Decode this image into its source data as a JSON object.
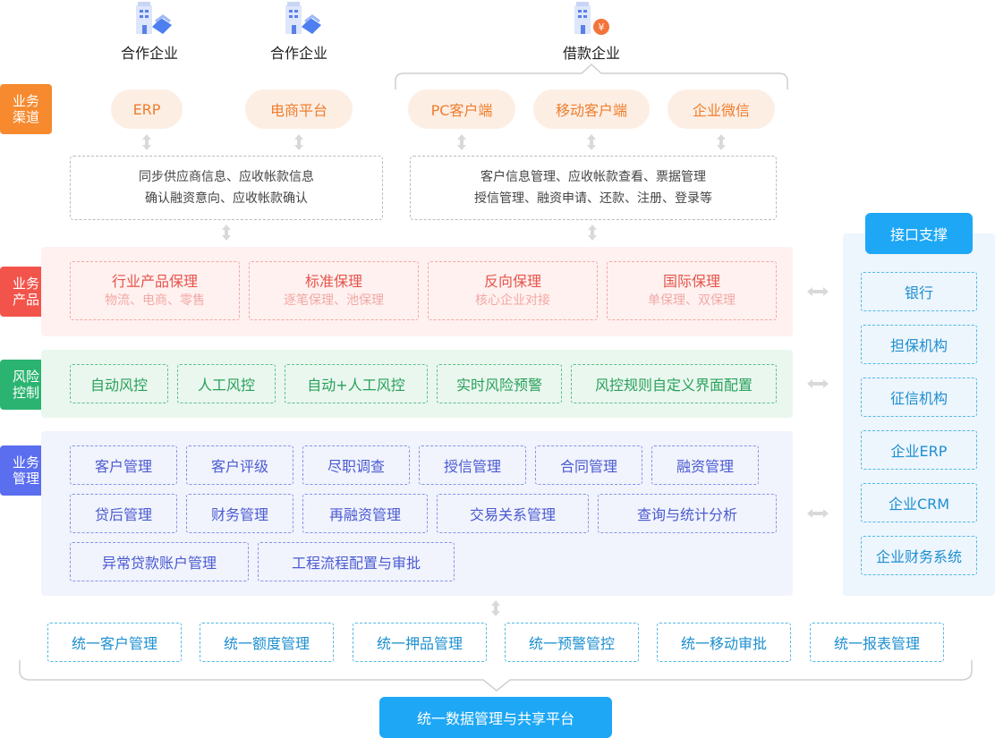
{
  "enterprises": {
    "partner1": "合作企业",
    "partner2": "合作企业",
    "borrower": "借款企业"
  },
  "channels": {
    "side_label": "业务\n渠道",
    "pills": [
      "ERP",
      "电商平台",
      "PC客户端",
      "移动客户端",
      "企业微信"
    ],
    "info_left": [
      "同步供应商信息、应收帐款信息",
      "确认融资意向、应收帐款确认"
    ],
    "info_right": [
      "客户信息管理、应收帐款查看、票据管理",
      "授信管理、融资申请、还款、注册、登录等"
    ]
  },
  "products": {
    "side_label": "业务\n产品",
    "items": [
      {
        "title": "行业产品保理",
        "sub": "物流、电商、零售"
      },
      {
        "title": "标准保理",
        "sub": "逐笔保理、池保理"
      },
      {
        "title": "反向保理",
        "sub": "核心企业对接"
      },
      {
        "title": "国际保理",
        "sub": "单保理、双保理"
      }
    ]
  },
  "risk": {
    "side_label": "风险\n控制",
    "items": [
      "自动风控",
      "人工风控",
      "自动+人工风控",
      "实时风险预警",
      "风控规则自定义界面配置"
    ]
  },
  "management": {
    "side_label": "业务\n管理",
    "row1": [
      "客户管理",
      "客户评级",
      "尽职调查",
      "授信管理",
      "合同管理",
      "融资管理"
    ],
    "row2": [
      "贷后管理",
      "财务管理",
      "再融资管理",
      "交易关系管理",
      "查询与统计分析"
    ],
    "row3": [
      "异常贷款账户管理",
      "工程流程配置与审批"
    ]
  },
  "interface": {
    "title": "接口支撑",
    "items": [
      "银行",
      "担保机构",
      "征信机构",
      "企业ERP",
      "企业CRM",
      "企业财务系统"
    ]
  },
  "unified": {
    "items": [
      "统一客户管理",
      "统一额度管理",
      "统一押品管理",
      "统一预警管控",
      "统一移动审批",
      "统一报表管理"
    ],
    "platform": "统一数据管理与共享平台"
  },
  "colors": {
    "channel_label": "#f78a2f",
    "product_label": "#f2544b",
    "risk_label": "#2bb471",
    "mgmt_label": "#5b6ef0",
    "interface": "#1ea7f5"
  }
}
